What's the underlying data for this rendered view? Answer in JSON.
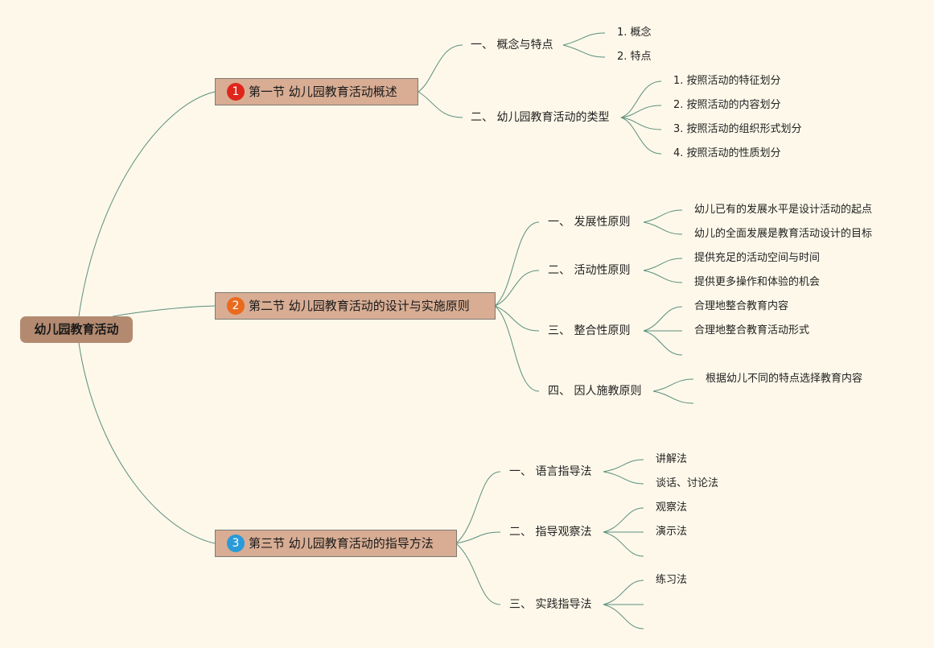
{
  "root": {
    "label": "幼儿园教育活动"
  },
  "sections": [
    {
      "badge": "1",
      "badge_color": "#e0261a",
      "label": "第一节 幼儿园教育活动概述",
      "topics": [
        {
          "label": "一、 概念与特点",
          "items": [
            "1. 概念",
            "2. 特点"
          ]
        },
        {
          "label": "二、 幼儿园教育活动的类型",
          "items": [
            "1. 按照活动的特征划分",
            "2. 按照活动的内容划分",
            "3. 按照活动的组织形式划分",
            "4. 按照活动的性质划分"
          ]
        }
      ]
    },
    {
      "badge": "2",
      "badge_color": "#ea6a1e",
      "label": "第二节 幼儿园教育活动的设计与实施原则",
      "topics": [
        {
          "label": "一、 发展性原则",
          "items": [
            "幼儿已有的发展水平是设计活动的起点",
            "幼儿的全面发展是教育活动设计的目标"
          ]
        },
        {
          "label": "二、 活动性原则",
          "items": [
            "提供充足的活动空间与时间",
            "提供更多操作和体验的机会"
          ]
        },
        {
          "label": "三、 整合性原则",
          "items": [
            "合理地整合教育内容",
            "合理地整合教育活动形式"
          ]
        },
        {
          "label": "四、 因人施教原则",
          "items": [
            "根据幼儿不同的特点选择教育内容"
          ]
        }
      ]
    },
    {
      "badge": "3",
      "badge_color": "#2a9ad9",
      "label": "第三节 幼儿园教育活动的指导方法",
      "topics": [
        {
          "label": "一、 语言指导法",
          "items": [
            "讲解法",
            "谈话、讨论法"
          ]
        },
        {
          "label": "二、 指导观察法",
          "items": [
            "观察法",
            "演示法"
          ]
        },
        {
          "label": "三、 实践指导法",
          "items": [
            "练习法"
          ]
        }
      ]
    }
  ]
}
